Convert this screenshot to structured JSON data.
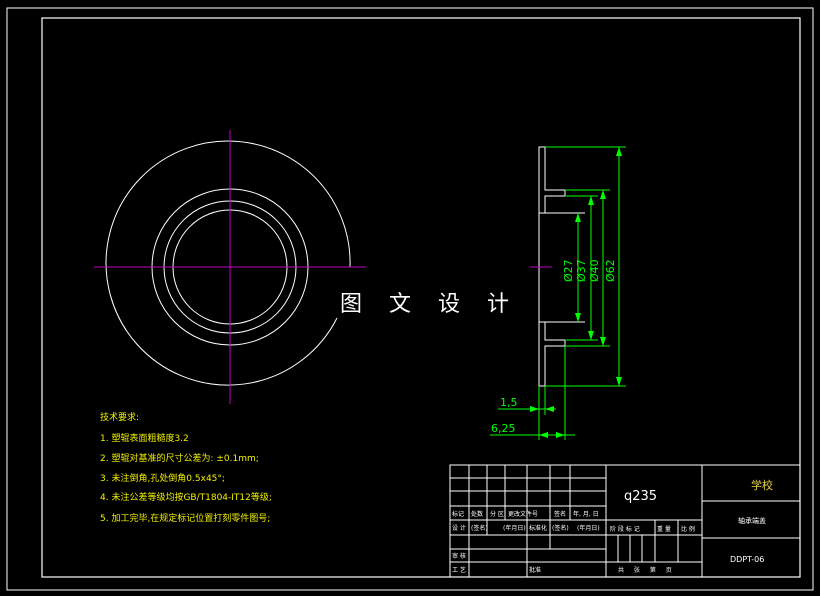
{
  "colors": {
    "background": "#000000",
    "frame": "#ffffff",
    "centerline": "#c000c0",
    "dimension": "#00ff00",
    "note_text": "#f0f000",
    "school_text": "#e8d040"
  },
  "overlay_title": "图 文 设 计",
  "dimensions": {
    "d27": "Ø27",
    "d37": "Ø37",
    "d40": "Ø40",
    "d62": "Ø62",
    "w15": "1,5",
    "w625": "6,25"
  },
  "notes": {
    "heading": "技术要求:",
    "items": [
      "1. 塑辊表面粗糙度3.2",
      "2. 塑辊对基准的尺寸公差为: ±0.1mm;",
      "3. 未注倒角,孔处倒角0.5x45°;",
      "4. 未注公差等级均按GB/T1804-IT12等级;",
      "5. 加工完毕,在规定标记位置打刻零件图号;"
    ]
  },
  "title_block": {
    "material": "q235",
    "school": "学校",
    "part_name": "轴承端盖",
    "drawing_no": "DDPT-06",
    "rev_headers": [
      "标记",
      "处数",
      "分 区",
      "更改文件号",
      "签名",
      "年, 月, 日"
    ],
    "row_design": [
      "设 计",
      "(签名)",
      "(年月日)",
      "标准化",
      "(签名)",
      "(年月日)"
    ],
    "stage_labels": [
      "阶 段 标 记",
      "重 量",
      "比 例"
    ],
    "row_review": "审 核",
    "row_process": "工 艺",
    "approve": "批准",
    "sheet_info": "共 张 第 页"
  }
}
